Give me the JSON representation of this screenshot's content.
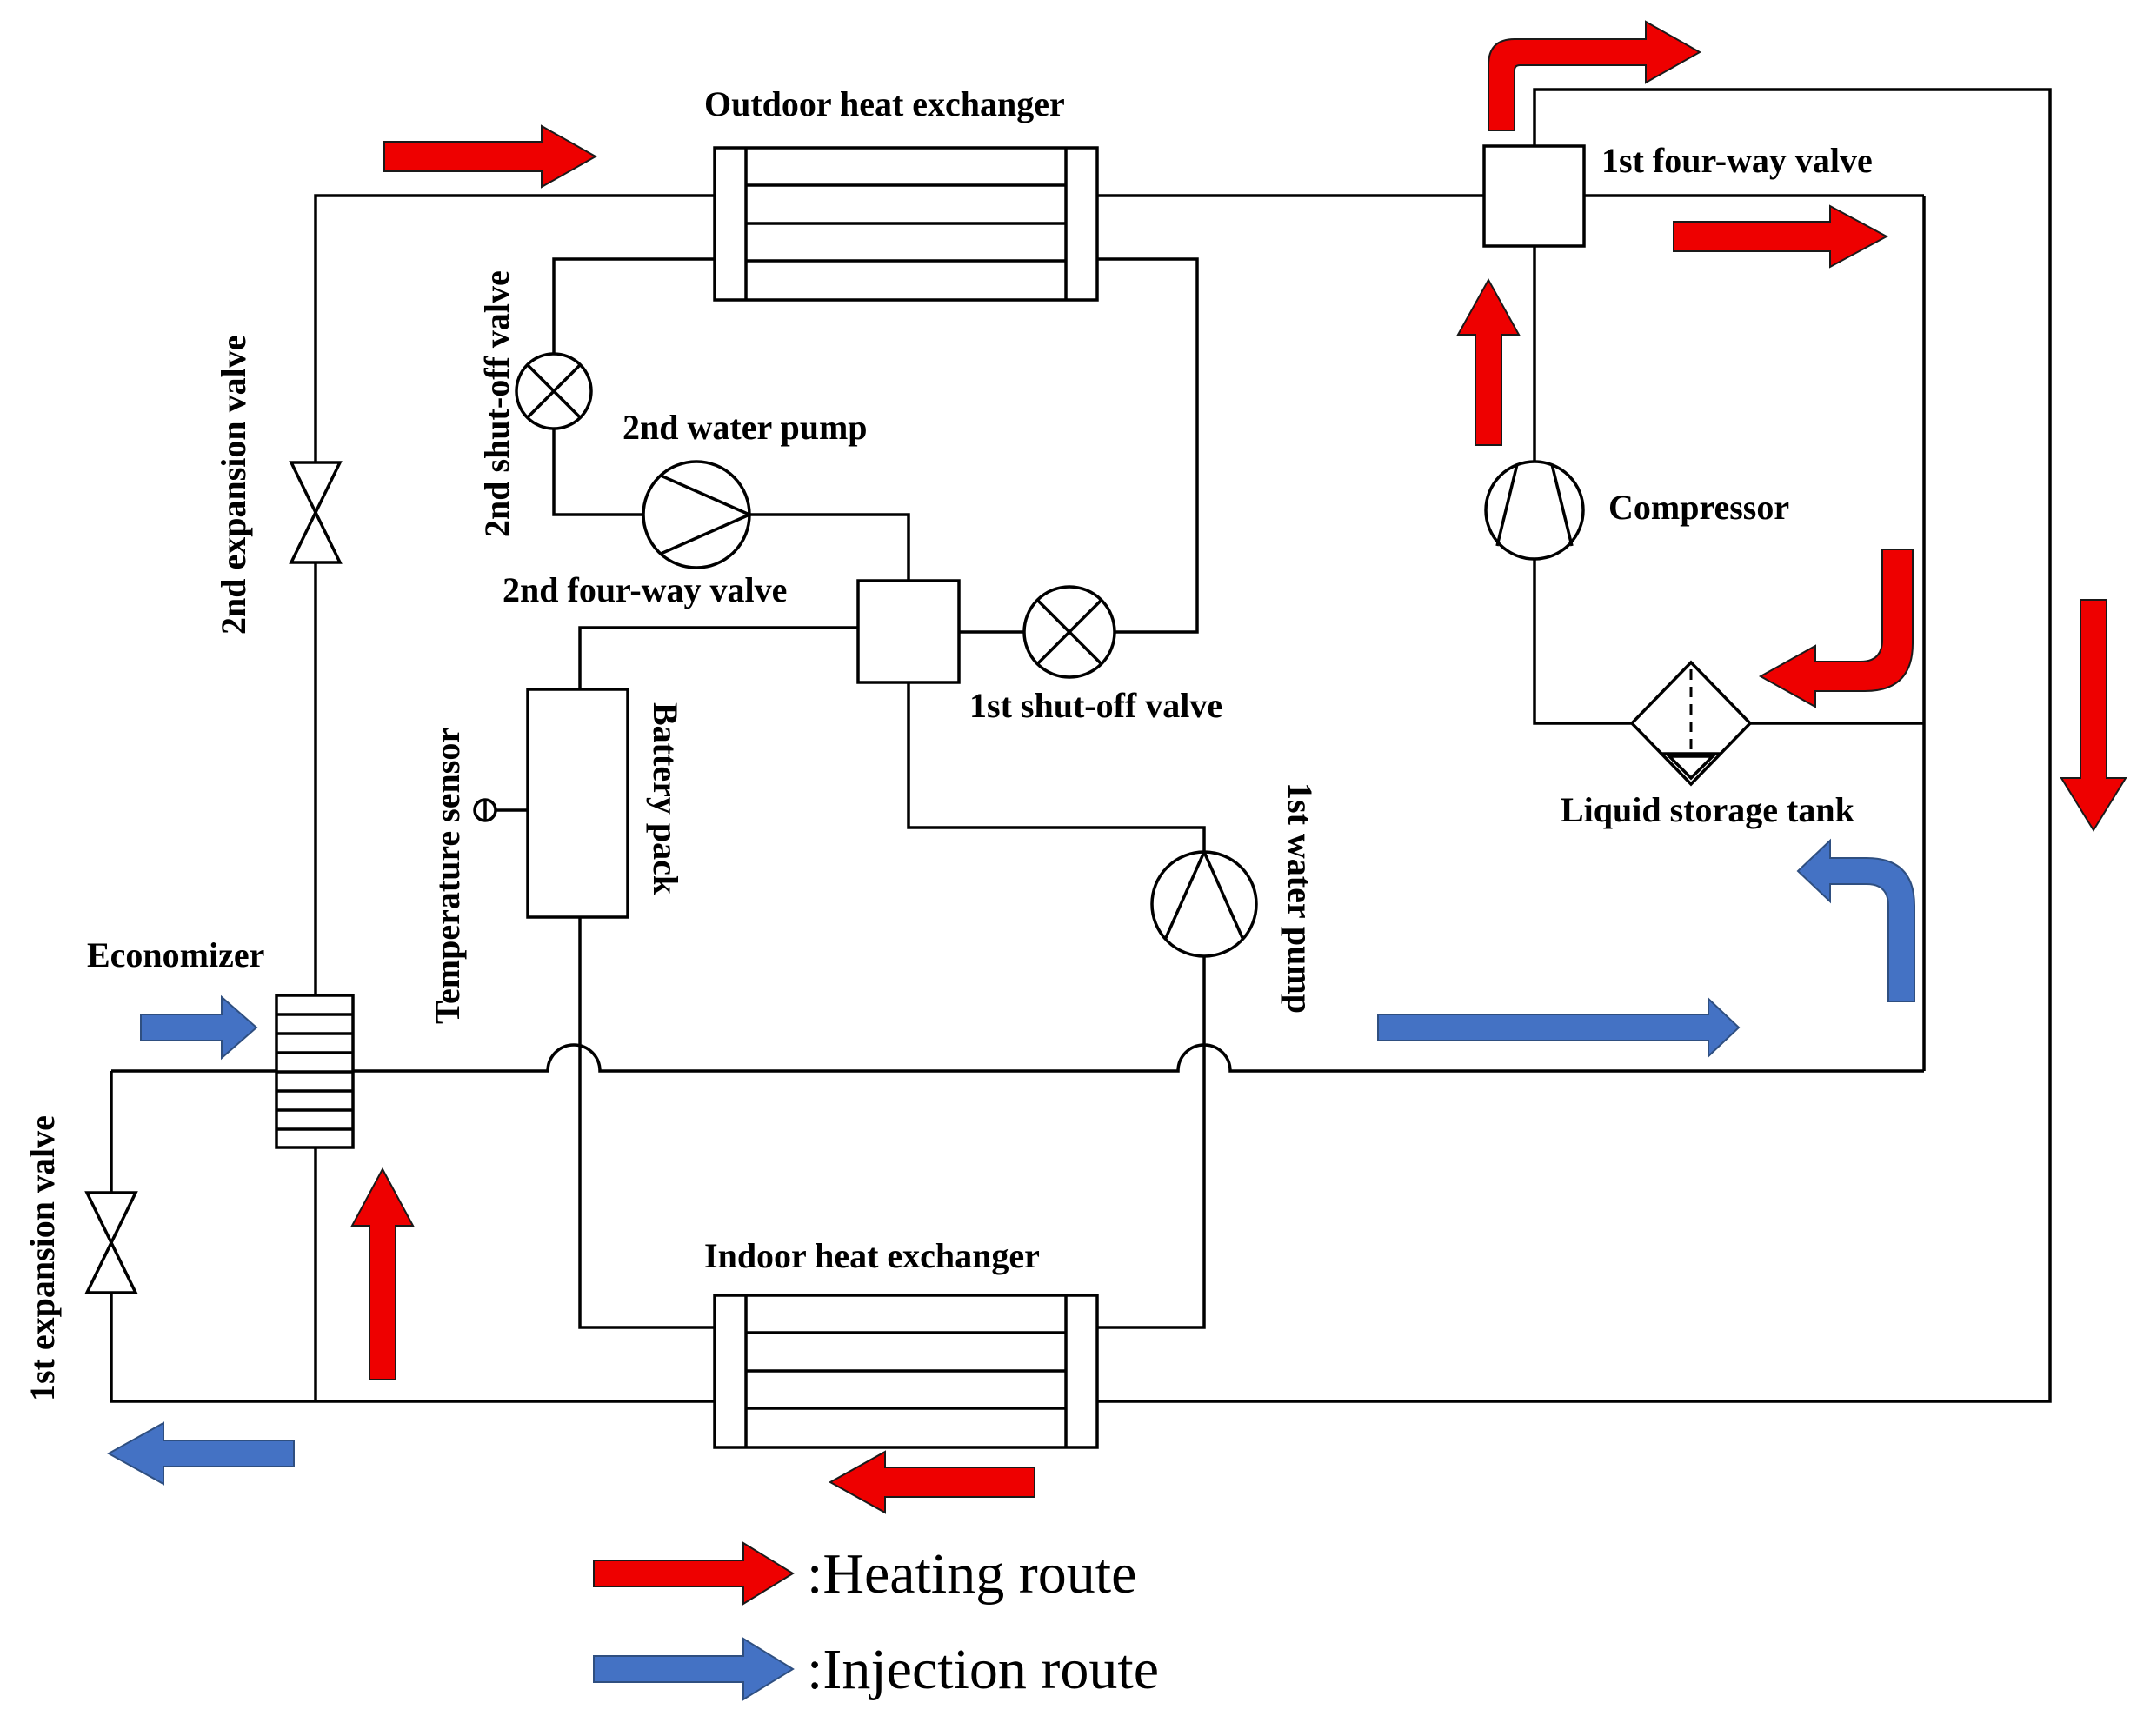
{
  "diagram": {
    "labels": {
      "outdoor_hx": "Outdoor heat exchanger",
      "indoor_hx": "Indoor heat exchanger",
      "four_way_1": "1st four-way valve",
      "four_way_2": "2nd four-way valve",
      "compressor": "Compressor",
      "liquid_tank": "Liquid storage tank",
      "shutoff_1": "1st shut-off valve",
      "shutoff_2": "2nd shut-off valve",
      "pump_1": "1st water pump",
      "pump_2": "2nd water pump",
      "expansion_1": "1st expansion valve",
      "expansion_2": "2nd expansion valve",
      "economizer": "Economizer",
      "battery": "Battery pack",
      "temp_sensor": "Temperature sensor"
    },
    "legend": {
      "heating": ":Heating route",
      "injection": ":Injection route"
    },
    "colors": {
      "heating": "#ee0000",
      "injection": "#4472c4",
      "outline": "#000000"
    }
  }
}
